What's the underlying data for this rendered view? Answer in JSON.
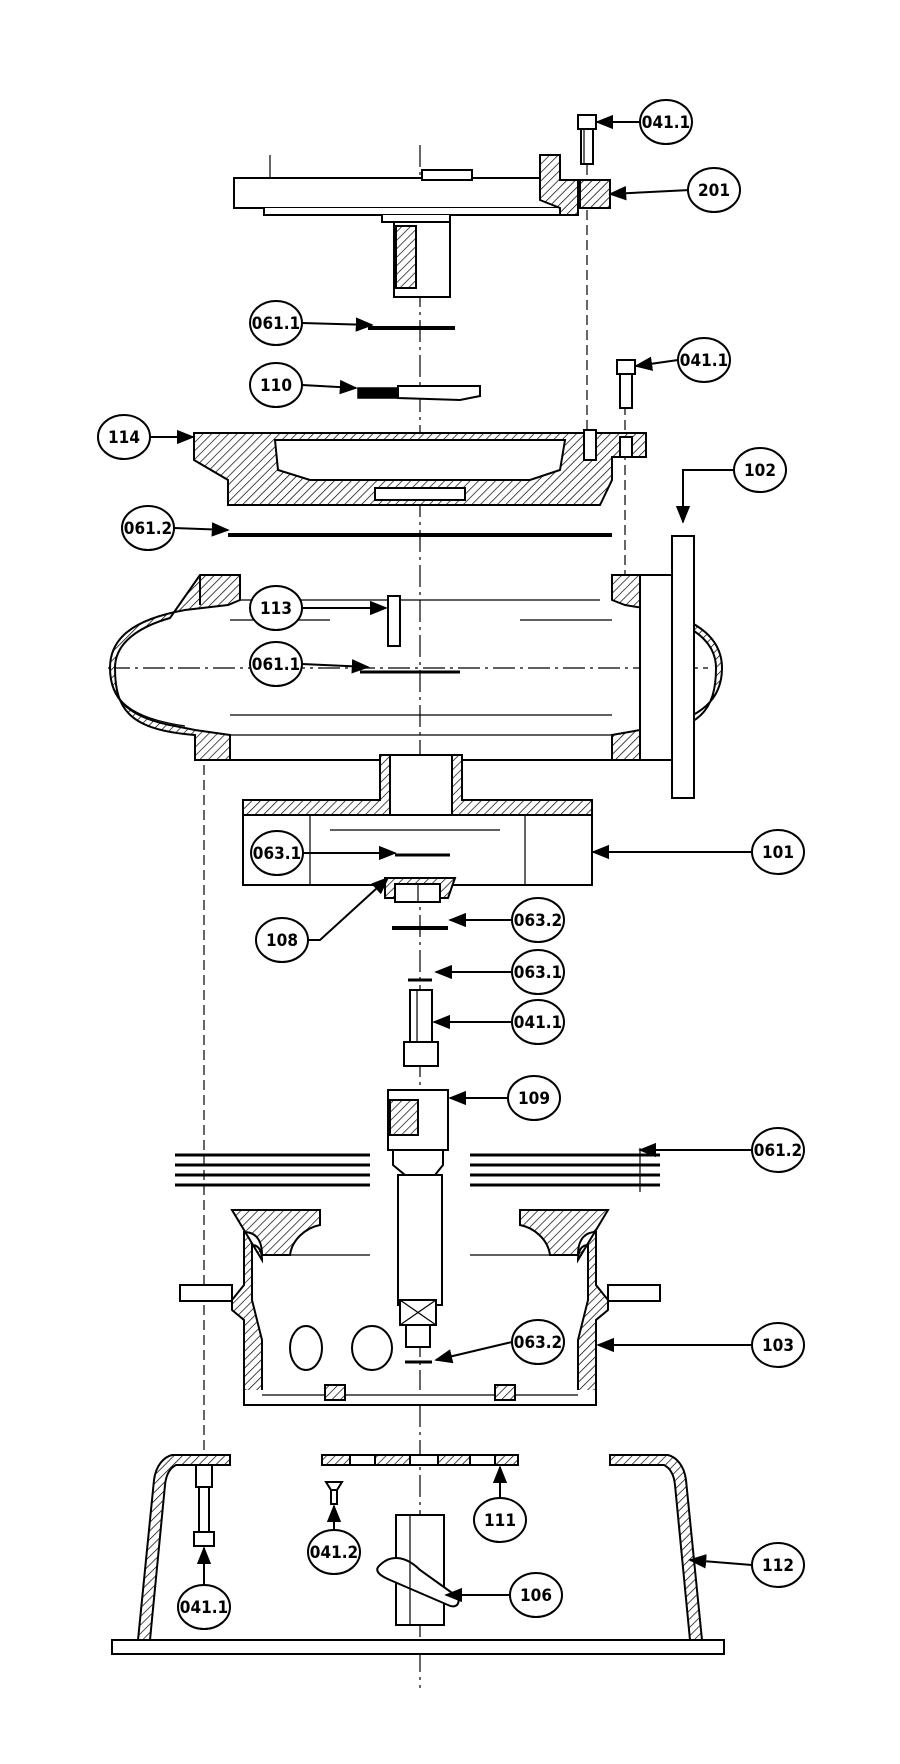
{
  "callouts": [
    {
      "id": "c-041-1-top",
      "label": "041.1"
    },
    {
      "id": "c-201",
      "label": "201"
    },
    {
      "id": "c-061-1-a",
      "label": "061.1"
    },
    {
      "id": "c-041-1-mid",
      "label": "041.1"
    },
    {
      "id": "c-110",
      "label": "110"
    },
    {
      "id": "c-114",
      "label": "114"
    },
    {
      "id": "c-102",
      "label": "102"
    },
    {
      "id": "c-061-2-a",
      "label": "061.2"
    },
    {
      "id": "c-113",
      "label": "113"
    },
    {
      "id": "c-061-1-b",
      "label": "061.1"
    },
    {
      "id": "c-101",
      "label": "101"
    },
    {
      "id": "c-063-1-a",
      "label": "063.1"
    },
    {
      "id": "c-063-2-a",
      "label": "063.2"
    },
    {
      "id": "c-108",
      "label": "108"
    },
    {
      "id": "c-063-1-b",
      "label": "063.1"
    },
    {
      "id": "c-041-1-low",
      "label": "041.1"
    },
    {
      "id": "c-109",
      "label": "109"
    },
    {
      "id": "c-061-2-b",
      "label": "061.2"
    },
    {
      "id": "c-103",
      "label": "103"
    },
    {
      "id": "c-063-2-b",
      "label": "063.2"
    },
    {
      "id": "c-111",
      "label": "111"
    },
    {
      "id": "c-112",
      "label": "112"
    },
    {
      "id": "c-041-2",
      "label": "041.2"
    },
    {
      "id": "c-106",
      "label": "106"
    },
    {
      "id": "c-041-1-bot",
      "label": "041.1"
    }
  ]
}
